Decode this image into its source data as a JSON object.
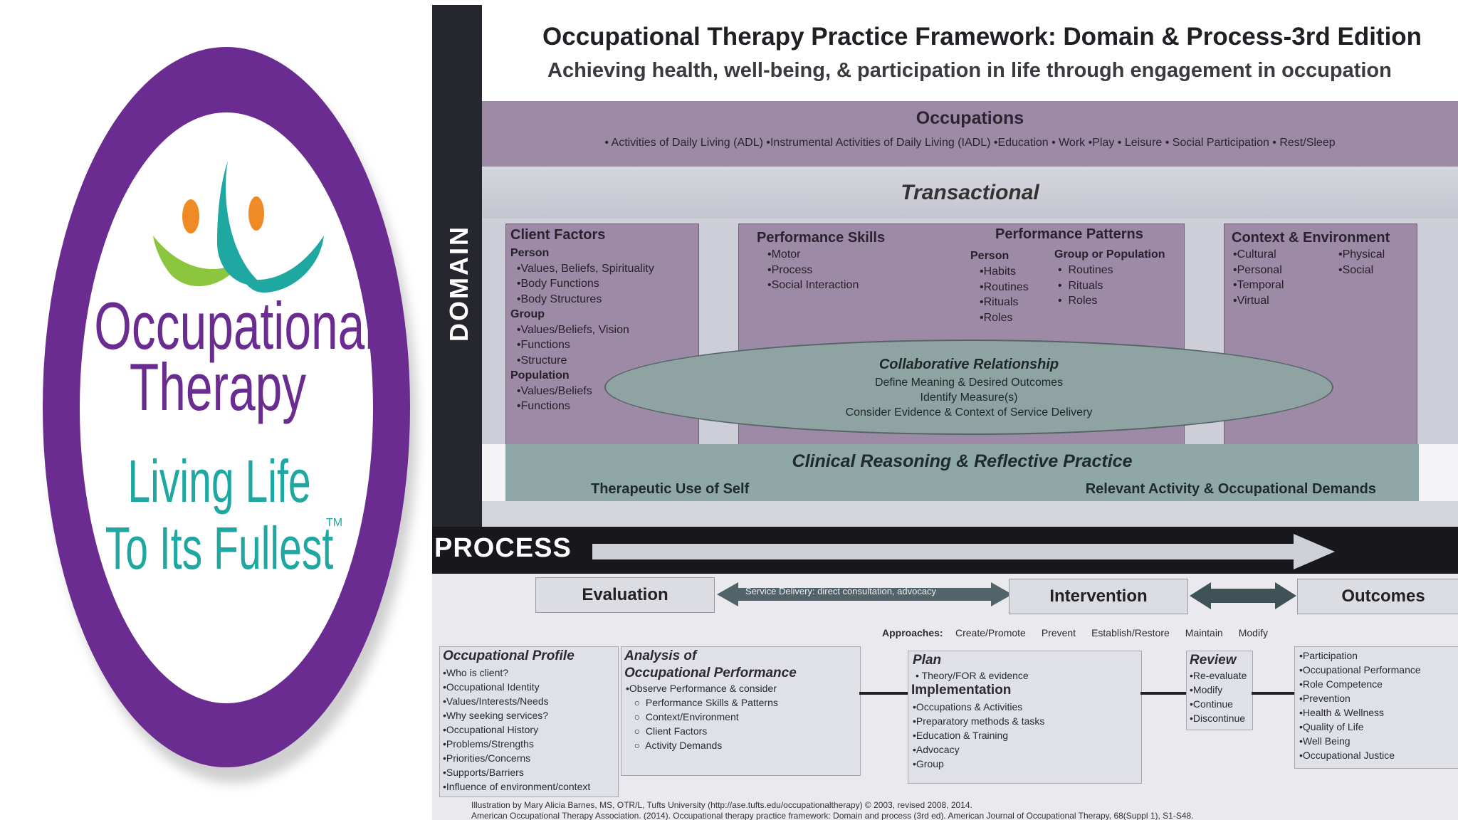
{
  "logo": {
    "line1": "Occupational",
    "line2": "Therapy",
    "tagline1": "Living Life",
    "tagline2": "To Its Fullest",
    "trademark": "TM",
    "colors": {
      "ring": "#6a2c91",
      "text": "#6a2c91",
      "tagline": "#1fa8a2",
      "orange": "#f08a24",
      "green": "#8cc63f",
      "teal": "#1fa8a2"
    }
  },
  "framework": {
    "title": "Occupational Therapy Practice Framework: Domain & Process-3rd Edition",
    "subtitle": "Achieving health, well-being, & participation in life through engagement in occupation",
    "domain_label": "DOMAIN",
    "process_label": "PROCESS",
    "occupations": {
      "title": "Occupations",
      "items": "• Activities of Daily Living (ADL)    •Instrumental Activities of Daily Living (IADL)    •Education • Work  •Play  • Leisure  • Social Participation   • Rest/Sleep"
    },
    "transactional": "Transactional",
    "client_factors": {
      "title": "Client Factors",
      "lines": [
        {
          "t": "Person",
          "b": true
        },
        {
          "t": "  •Values, Beliefs, Spirituality",
          "b": false
        },
        {
          "t": "  •Body Functions",
          "b": false
        },
        {
          "t": "  •Body Structures",
          "b": false
        },
        {
          "t": "Group",
          "b": true
        },
        {
          "t": "  •Values/Beliefs, Vision",
          "b": false
        },
        {
          "t": "  •Functions",
          "b": false
        },
        {
          "t": "  •Structure",
          "b": false
        },
        {
          "t": "Population",
          "b": true
        },
        {
          "t": "  •Values/Beliefs",
          "b": false
        },
        {
          "t": "  •Functions",
          "b": false
        }
      ]
    },
    "performance_skills": {
      "title": "Performance Skills",
      "lines": [
        "•Motor",
        "•Process",
        "•Social Interaction"
      ]
    },
    "performance_patterns": {
      "title": "Performance Patterns",
      "person_title": "Person",
      "person": [
        "•Habits",
        "•Routines",
        "•Rituals",
        "•Roles"
      ],
      "group_title": "Group or Population",
      "group": [
        "•  Routines",
        "•  Rituals",
        "•  Roles"
      ]
    },
    "context": {
      "title": "Context & Environment",
      "left": [
        "•Cultural",
        "•Personal",
        "•Temporal",
        "•Virtual"
      ],
      "right": [
        "•Physical",
        "•Social"
      ]
    },
    "collaborative": {
      "title": "Collaborative Relationship",
      "lines": [
        "Define Meaning & Desired Outcomes",
        "Identify Measure(s)",
        "Consider Evidence & Context of Service Delivery"
      ]
    },
    "clinical": {
      "title": "Clinical Reasoning & Reflective Practice",
      "left": "Therapeutic Use of Self",
      "right": "Relevant Activity & Occupational Demands"
    },
    "stages": {
      "evaluation": "Evaluation",
      "intervention": "Intervention",
      "outcomes": "Outcomes",
      "service_delivery": "Service Delivery: direct consultation, advocacy"
    },
    "approaches": {
      "label": "Approaches:",
      "items": [
        "Create/Promote",
        "Prevent",
        "Establish/Restore",
        "Maintain",
        "Modify"
      ]
    },
    "occupational_profile": {
      "title": "Occupational Profile",
      "lines": [
        "•Who is client?",
        "•Occupational Identity",
        "•Values/Interests/Needs",
        "•Why seeking services?",
        "•Occupational History",
        "•Problems/Strengths",
        "•Priorities/Concerns",
        "•Supports/Barriers",
        "•Influence of environment/context"
      ]
    },
    "analysis": {
      "title1": "Analysis of",
      "title2": "Occupational Performance",
      "lines": [
        "•Observe Performance & consider",
        "   ○  Performance Skills & Patterns",
        "   ○  Context/Environment",
        "   ○  Client Factors",
        "   ○  Activity Demands"
      ]
    },
    "plan": {
      "title": "Plan",
      "line": "•  Theory/FOR & evidence",
      "impl_title": "Implementation",
      "impl": [
        "•Occupations & Activities",
        "•Preparatory methods & tasks",
        "•Education & Training",
        "•Advocacy",
        "•Group"
      ]
    },
    "review": {
      "title": "Review",
      "lines": [
        "•Re-evaluate",
        "•Modify",
        "•Continue",
        "•Discontinue"
      ]
    },
    "outcomes_list": [
      "•Participation",
      "•Occupational Performance",
      "•Role Competence",
      "•Prevention",
      "•Health & Wellness",
      "•Quality of Life",
      "•Well Being",
      "•Occupational Justice"
    ],
    "footer1": "Illustration by Mary Alicia Barnes, MS, OTR/L, Tufts University (http://ase.tufts.edu/occupationaltherapy) © 2003, revised 2008, 2014.",
    "footer2": "American Occupational Therapy Association. (2014). Occupational therapy practice framework: Domain and process (3rd ed). American Journal of Occupational Therapy, 68(Suppl 1), S1-S48."
  }
}
